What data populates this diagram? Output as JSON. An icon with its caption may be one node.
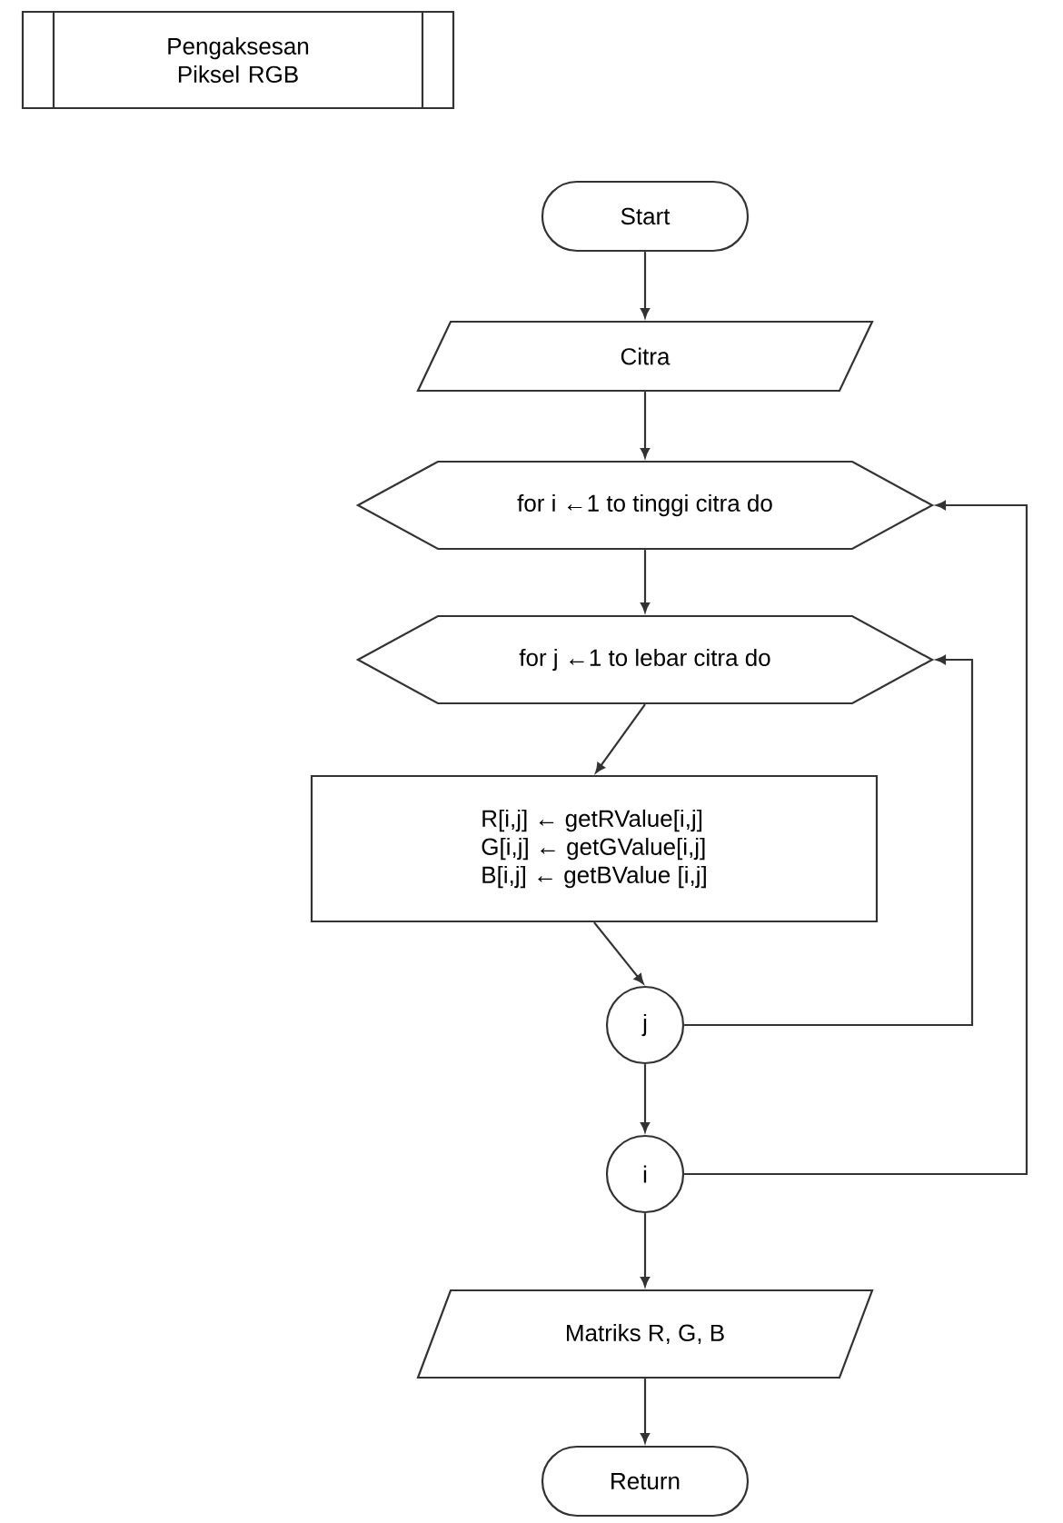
{
  "diagram": {
    "nodes": [
      {
        "text": [
          "Pengaksesan Piksel RGB"
        ]
      },
      {
        "text": [
          "Start"
        ]
      },
      {
        "text": [
          "Citra"
        ]
      },
      {
        "text": [
          "for i ←1 to tinggi citra do"
        ]
      },
      {
        "text": [
          "for j ←1 to lebar citra do"
        ]
      },
      {
        "text": [
          "R[i,j] ← getRValue[i,j]",
          "G[i,j] ← getGValue[i,j]",
          "B[i,j] ← getBValue [i,j]"
        ]
      },
      {
        "text": [
          "j"
        ]
      },
      {
        "text": [
          "i"
        ]
      },
      {
        "text": [
          "Matriks R, G, B"
        ]
      },
      {
        "text": [
          "Return"
        ]
      }
    ],
    "edges": [
      {
        "from": 1,
        "to": 2,
        "arrow": "to"
      },
      {
        "from": 2,
        "to": 3,
        "arrow": "to"
      },
      {
        "from": 3,
        "to": 4,
        "arrow": "to"
      },
      {
        "from": 4,
        "to": 5,
        "arrow": "to"
      },
      {
        "from": 5,
        "to": 6,
        "arrow": "to"
      },
      {
        "from": 6,
        "to": 7,
        "arrow": "to"
      },
      {
        "from": 7,
        "to": 8,
        "arrow": "to"
      },
      {
        "from": 8,
        "to": 9,
        "arrow": "to"
      },
      {
        "from": 6,
        "to": 4,
        "arrow": "to"
      },
      {
        "from": 7,
        "to": 3,
        "arrow": "to"
      }
    ]
  }
}
